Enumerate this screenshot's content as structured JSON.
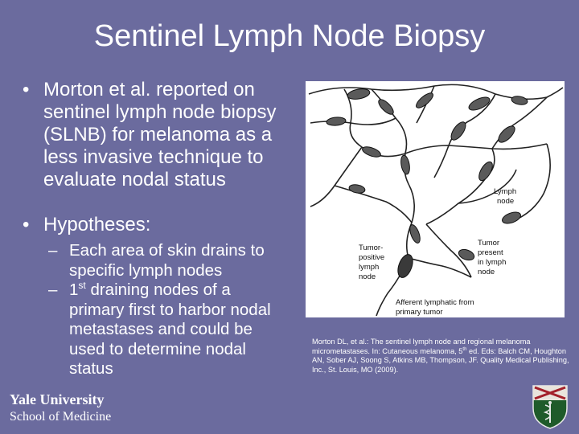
{
  "slide": {
    "title": "Sentinel Lymph Node Biopsy",
    "bullets": [
      {
        "marker": "•",
        "text": "Morton et al. reported  on sentinel lymph node biopsy (SLNB) for melanoma as a less invasive technique to evaluate nodal status"
      },
      {
        "marker": "•",
        "text": "Hypotheses:"
      }
    ],
    "subbullets": [
      {
        "marker": "–",
        "text": "Each area of skin drains to specific lymph nodes"
      },
      {
        "marker": "–",
        "pre": "1",
        "sup": "st",
        "post": " draining nodes of a primary first to harbor nodal metastases and could be used to determine nodal status"
      }
    ]
  },
  "figure": {
    "labels": {
      "lymph_node_1": "Lymph",
      "lymph_node_2": "node",
      "tumor_positive_1": "Tumor-",
      "tumor_positive_2": "positive",
      "tumor_positive_3": "lymph",
      "tumor_positive_4": "node",
      "tumor_present_1": "Tumor",
      "tumor_present_2": "present",
      "tumor_present_3": "in lymph",
      "tumor_present_4": "node",
      "afferent_1": "Afferent lymphatic from",
      "afferent_2": "primary tumor"
    }
  },
  "citation": {
    "part1": "Morton DL, et al.: The sentinel lymph node and regional melanoma micrometastases. In: Cutaneous melanoma, 5",
    "sup": "th",
    "part2": " ed. Eds: Balch CM, Houghton AN, Sober AJ, Soong S, Atkins MB, Thompson, JF. Quality Medical Publishing, Inc., St. Louis, MO (2009)."
  },
  "branding": {
    "line1": "Yale University",
    "line2": "School of Medicine",
    "shield_icon": "yale-medicine-shield-icon",
    "colors": {
      "background": "#6b6b9e",
      "shield_green": "#1f5b2a",
      "shield_red": "#a3202a"
    }
  }
}
